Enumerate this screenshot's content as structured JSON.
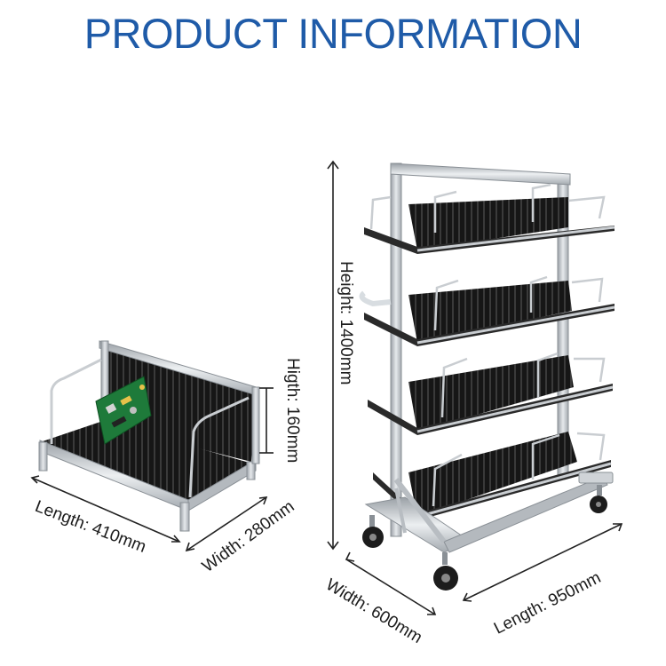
{
  "header": {
    "title": "PRODUCT INFORMATION"
  },
  "colors": {
    "title": "#1f5ba8",
    "frame": "#c8ccd0",
    "tray": "#1b1b1b",
    "pcb": "#1e7a3a"
  },
  "small_rack": {
    "length_label": "Length: 410mm",
    "width_label": "Width: 280mm",
    "height_label": "Higth: 160mm"
  },
  "large_cart": {
    "height_label": "Height: 1400mm",
    "width_label": "Width: 600mm",
    "length_label": "Length: 950mm"
  }
}
